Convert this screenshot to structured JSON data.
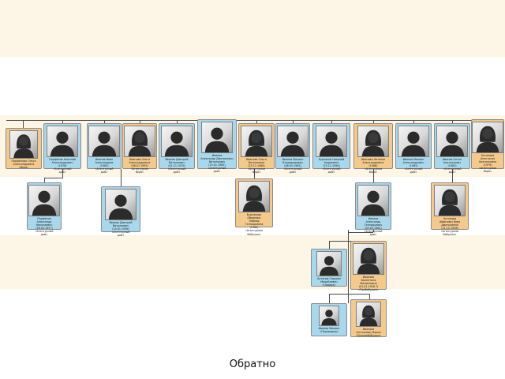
{
  "footer": {
    "back_label": "Обратно"
  },
  "generation_1": [
    {
      "id": "g1-1",
      "gender": "female",
      "name": "Парфёнова Ольга\nАлександровна\n«Вера»"
    },
    {
      "id": "g1-2",
      "gender": "male",
      "name": "Парфёнов Николай\nАлександрович\n(1978)\n«Агентурный\nдом»"
    },
    {
      "id": "g1-3",
      "gender": "male",
      "name": "Иванов Иван\nАлександров\n(1985)\n«Агентурный\nдом»"
    },
    {
      "id": "g1-4",
      "gender": "female",
      "name": "Иванова Ольга\nАлександровна\n(06.07.1995)\n«Агентурная\nВера»"
    },
    {
      "id": "g1-5",
      "gender": "male",
      "name": "Иванов Дмитрий\nВитальевич\n(01.11.1979)\n«Агентурный\nдом»"
    },
    {
      "id": "g1-6",
      "gender": "male",
      "name": "Иванов\nАлександр Дмитриевич\nВитальевич\n(25.01.1985)\n«Агентурный\nдом»"
    },
    {
      "id": "g1-7",
      "gender": "female",
      "name": "Иванова Ольга\nВитальевна\n(25.11.1988)\n«Агентурная\nВера»"
    },
    {
      "id": "g1-8",
      "gender": "male",
      "name": "Иванов Михаил\nВладимирович\n(06.05.1985)\n«Агентурный\nдом»"
    },
    {
      "id": "g1-9",
      "gender": "male",
      "name": "Бурлаков Николай\nАндреевич\n(25.11.1990)\n«Агентурный\nдом»"
    },
    {
      "id": "g1-10",
      "gender": "female",
      "name": "Иванова Наталья\nАлександровна\n(1986)\n«Агентурная\nВера»"
    },
    {
      "id": "g1-11",
      "gender": "male",
      "name": "Иванов Михаил\nАлександрович\n(1985)\n«Агентурный\nдом»"
    },
    {
      "id": "g1-12",
      "gender": "male",
      "name": "Иванов Антон\nАнатольевич\n(1983)\n«Агентурный\nдом»"
    },
    {
      "id": "g1-13",
      "gender": "female",
      "name": "Антонова\nАнастасия\nАнатольевна\n(1979)\n«Агентурная\nВера»"
    }
  ],
  "generation_2": [
    {
      "id": "g2-1",
      "gender": "male",
      "name": "Парфёнов\nАлександр\nНиколаевич\n(26.05.1957)\n«Агентурный\nдом»"
    },
    {
      "id": "g2-2",
      "gender": "male",
      "name": "Иванов Дмитрий\nВитальевич\n(10.01.1956)\n«Агентурный\nдом»"
    },
    {
      "id": "g2-3",
      "gender": "female",
      "name": "Бурлакова\n(Иванова)\nЛюбовь\nГеннадьевна\n(1960)\n«Агентурная\nбабушка»"
    },
    {
      "id": "g2-4",
      "gender": "male",
      "name": "Иванов\nАлександр\nГеннадьевич\n(05.03.1962)\n«Агентурный\nдом»"
    },
    {
      "id": "g2-5",
      "gender": "female",
      "name": "Антонова\n(Иванова) Вера\nДмитриевна\n(11.12.1958)\n«Агентурная\nбабушка»"
    }
  ],
  "generation_3": [
    {
      "id": "g3-1",
      "gender": "male",
      "name": "Антонов Гавриил\nМихайлович\n«Прадед»"
    },
    {
      "id": "g3-2",
      "gender": "female",
      "name": "Иванова\nВалентина\nМихайловна\n(01.01.1926 ?)\n«Прабабушка»"
    }
  ],
  "generation_4": [
    {
      "id": "g4-1",
      "gender": "male",
      "name": "Иванов Михаил\n«Прапрадед»"
    },
    {
      "id": "g4-2",
      "gender": "female",
      "name": "Иванова\n(Антонова) Мария\n«Прапрабабушка»"
    }
  ]
}
